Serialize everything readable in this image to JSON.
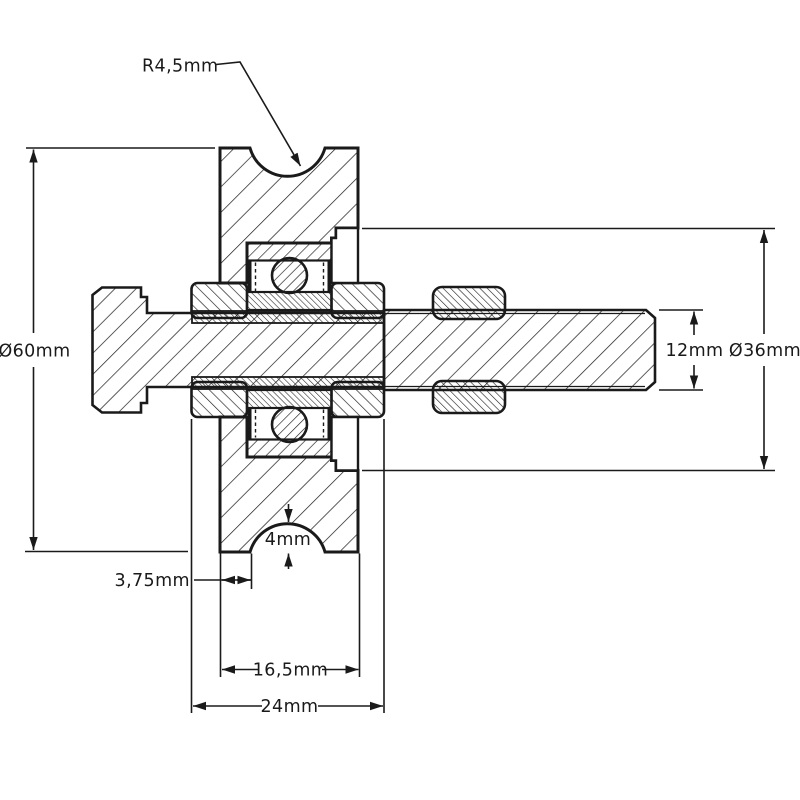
{
  "drawing": {
    "kind": "technical cross-section drawing",
    "component": "grooved pulley wheel with ball bearings on axle bolt",
    "line_color": "#1a1a1a",
    "background_color": "#ffffff",
    "labels": {
      "groove_radius": "R4,5mm",
      "wheel_diameter": "Ø60mm",
      "shaft_diameter": "12mm",
      "flange_diameter": "Ø36mm",
      "groove_depth": "4mm",
      "groove_side_offset": "3,75mm",
      "wheel_width": "16,5mm",
      "hub_width": "24mm"
    },
    "dimensions_mm": {
      "groove_radius": 4.5,
      "wheel_diameter": 60,
      "shaft_diameter": 12,
      "flange_diameter": 36,
      "groove_depth": 4,
      "groove_side_offset": 3.75,
      "wheel_width": 16.5,
      "hub_width": 24,
      "units": "mm"
    }
  }
}
